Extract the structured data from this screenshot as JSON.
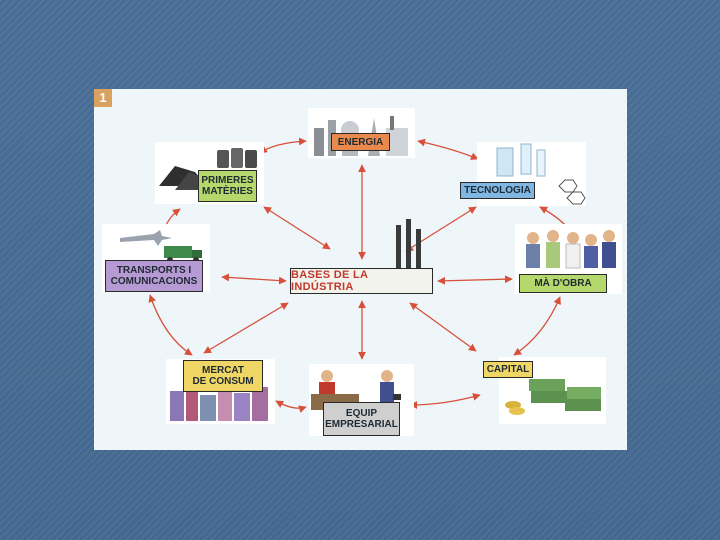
{
  "slide": {
    "background_color": "#4a6e96",
    "figure_number": "1",
    "central_label": "BASES DE LA INDÚSTRIA",
    "central_text_color": "#c0392b",
    "arrow_color": "#d8503a",
    "nodes": [
      {
        "id": "energia",
        "label": "ENERGIA",
        "color": "#e8894e",
        "icon": "power-plant-icon"
      },
      {
        "id": "tecnologia",
        "label": "TECNOLOGIA",
        "color": "#7fb6e2",
        "icon": "lab-flasks-icon"
      },
      {
        "id": "ma-dobra",
        "label": "MÀ D'OBRA",
        "color": "#b4d86c",
        "icon": "workers-icon"
      },
      {
        "id": "capital",
        "label": "CAPITAL",
        "color": "#f0d765",
        "icon": "money-stacks-icon"
      },
      {
        "id": "equip-empresarial",
        "label": "EQUIP\nEMPRESARIAL",
        "color": "#cfcfcf",
        "icon": "office-desk-icon"
      },
      {
        "id": "mercat-de-consum",
        "label": "MERCAT\nDE CONSUM",
        "color": "#f0d765",
        "icon": "city-buildings-icon"
      },
      {
        "id": "transports",
        "label": "TRANSPORTS I\nCOMUNICACIONS",
        "color": "#b69ad3",
        "icon": "plane-truck-icon"
      },
      {
        "id": "primeres-materies",
        "label": "PRIMERES\nMATÈRIES",
        "color": "#b4d86c",
        "icon": "coal-barrels-icon"
      }
    ]
  }
}
